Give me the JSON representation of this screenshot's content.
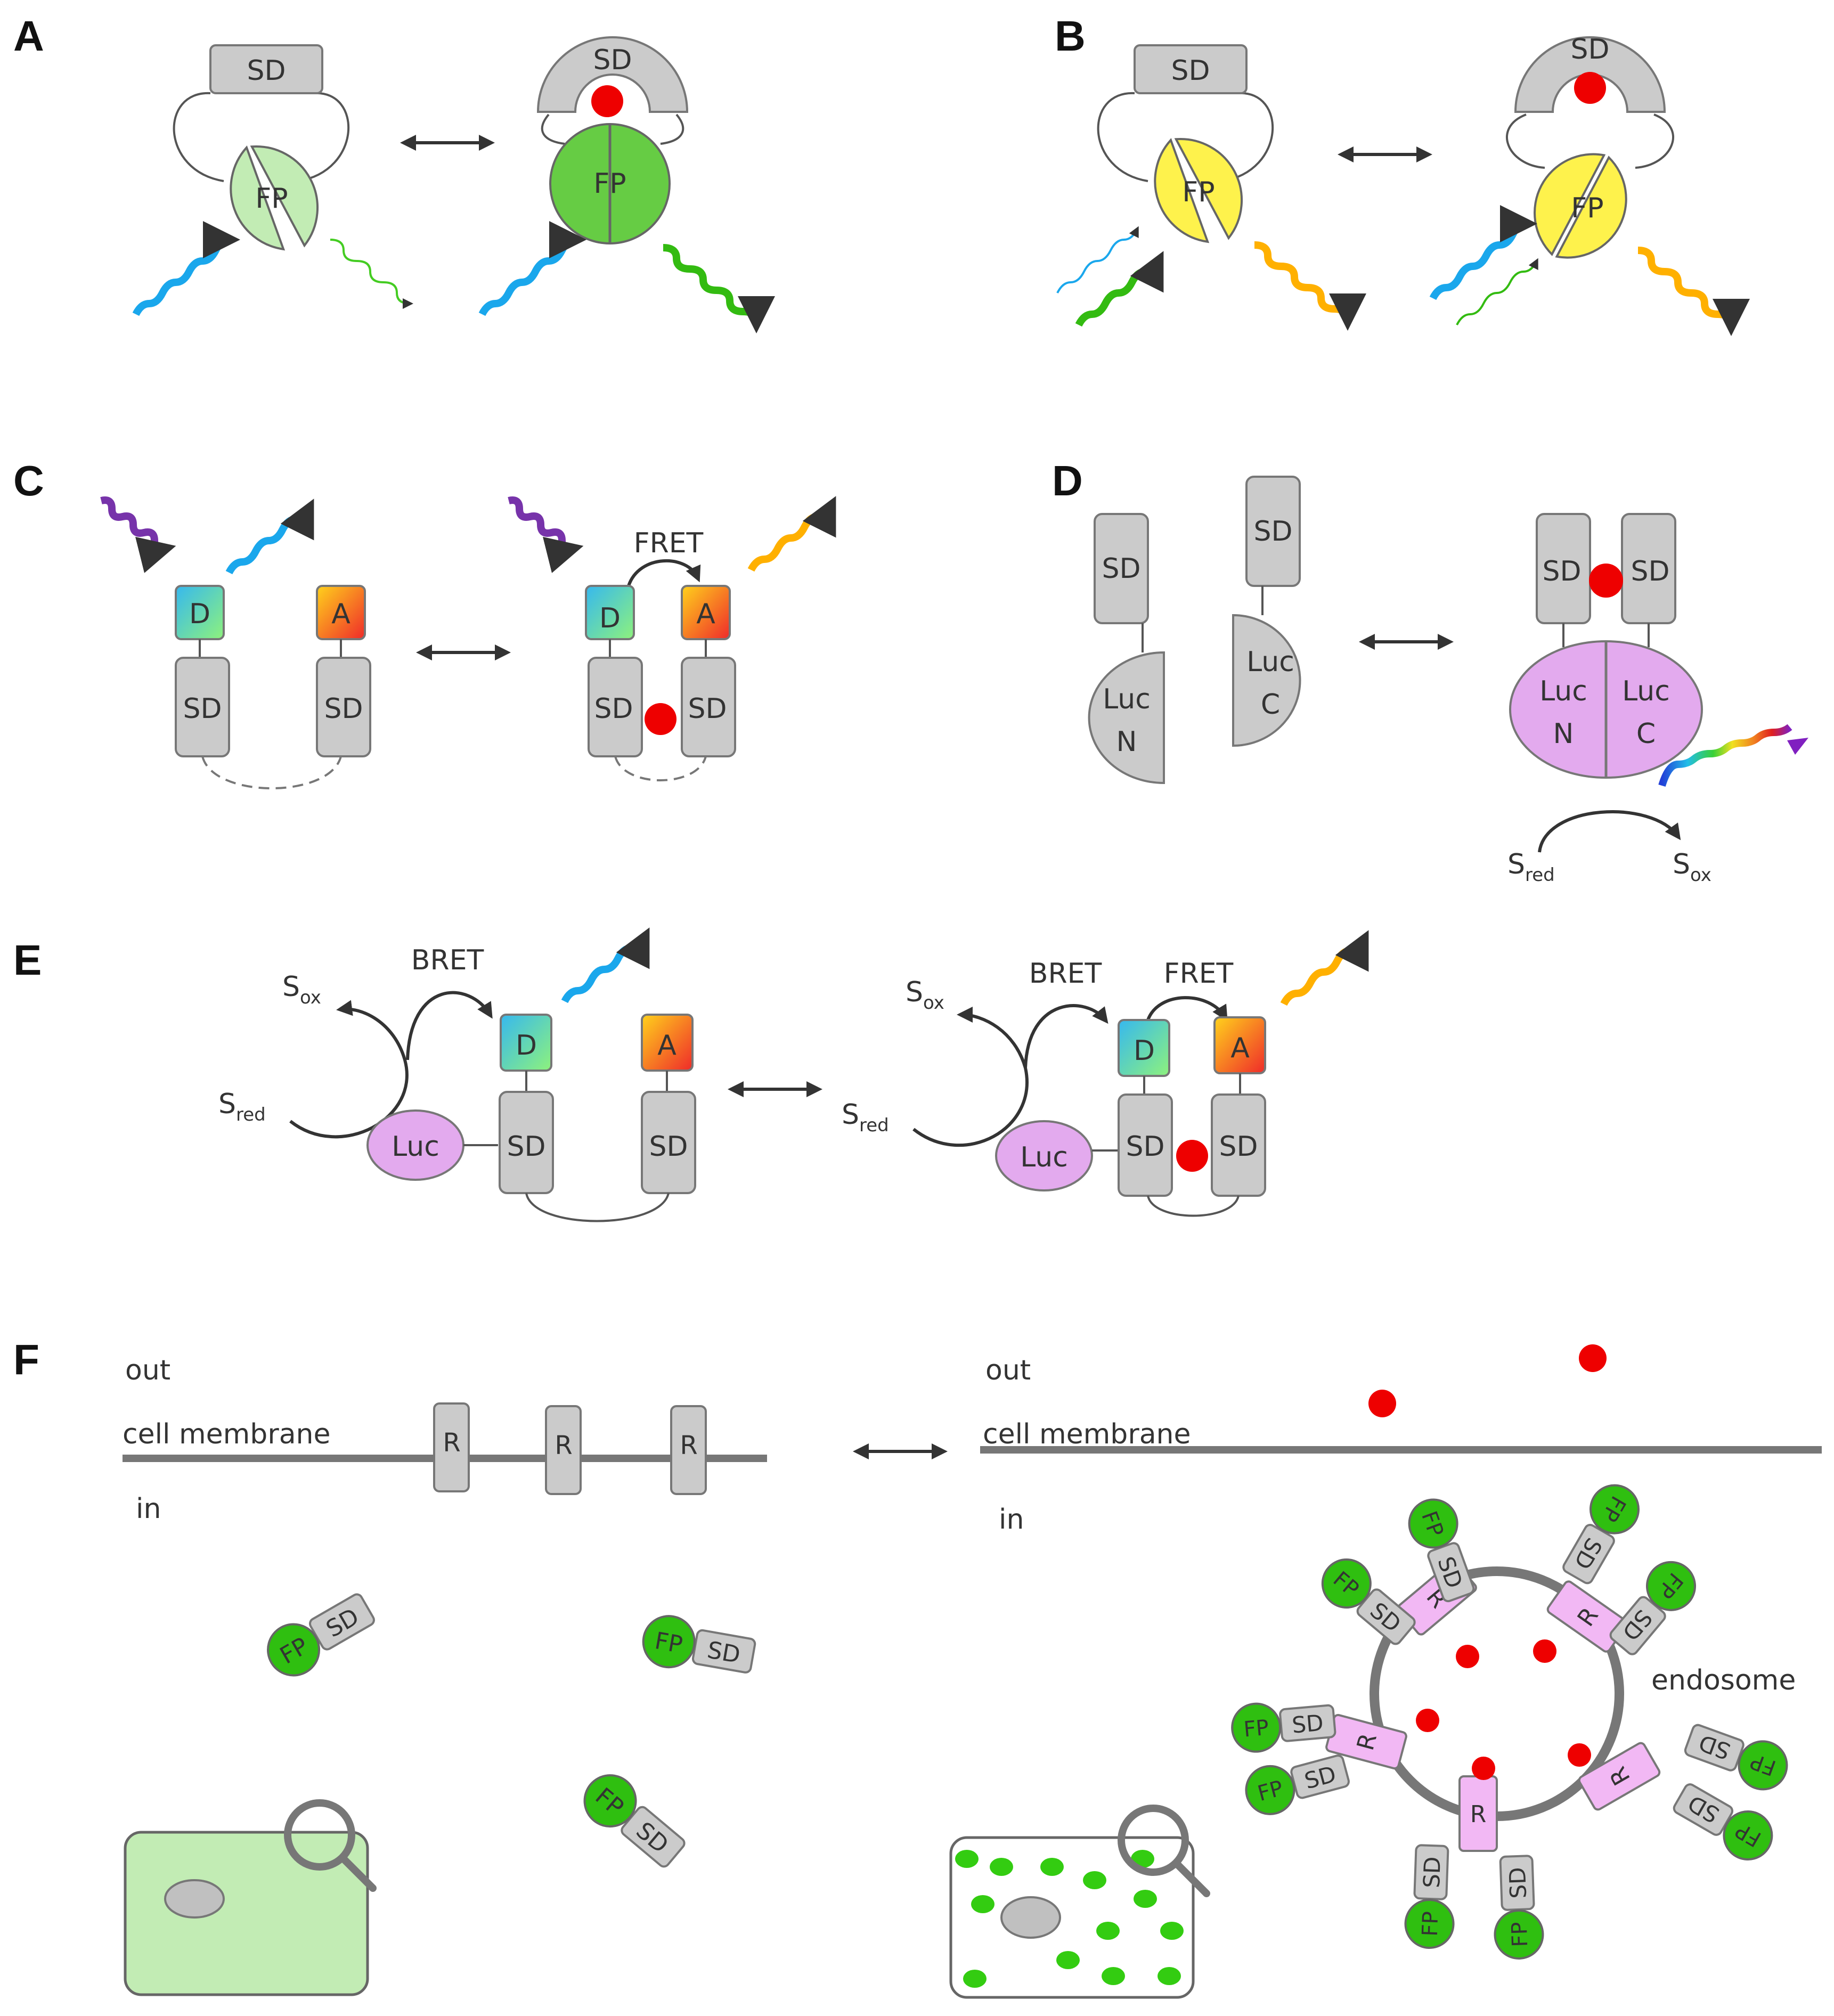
{
  "panels": {
    "a": {
      "label": "A",
      "sd": "SD",
      "fp": "FP"
    },
    "b": {
      "label": "B",
      "sd": "SD",
      "fp": "FP"
    },
    "c": {
      "label": "C",
      "d": "D",
      "a": "A",
      "sd": "SD",
      "fret": "FRET"
    },
    "d": {
      "label": "D",
      "sd": "SD",
      "luc": "Luc",
      "n": "N",
      "c": "C",
      "s": "S",
      "red": "red",
      "ox": "ox"
    },
    "e": {
      "label": "E",
      "d": "D",
      "a": "A",
      "sd": "SD",
      "luc": "Luc",
      "bret": "BRET",
      "fret": "FRET",
      "s": "S",
      "red": "red",
      "ox": "ox"
    },
    "f": {
      "label": "F",
      "out": "out",
      "in": "in",
      "membrane": "cell membrane",
      "r": "R",
      "fp": "FP",
      "sd": "SD",
      "endosome": "endosome"
    }
  },
  "colors": {
    "gray": "#cbcbcb",
    "red_dot": "#ee0000",
    "fp_green_light": "#c2ecb4",
    "fp_green": "#66cc44",
    "fp_yellow": "#fef24c",
    "luc_pink": "#e3aaee",
    "fp_dark_green": "#2fbf10",
    "receptor_pink": "#f2b8f4"
  }
}
